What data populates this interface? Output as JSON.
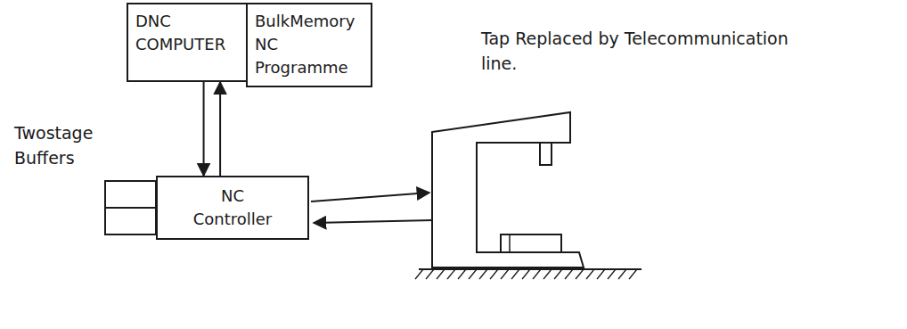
{
  "diagram": {
    "nodes": [
      {
        "text": [
          "DNC COMPUTER"
        ]
      },
      {
        "text": [
          "BulkMemory NC Programme"
        ]
      },
      {
        "text": [
          "NC Controller"
        ]
      }
    ],
    "edges": [
      {
        "from": 0,
        "to": 2,
        "arrow": "to"
      },
      {
        "from": 2,
        "to": 0,
        "arrow": "to"
      }
    ],
    "labels": [
      "Twostage Buffers",
      "Tap Replaced by Telecommunication line."
    ]
  }
}
